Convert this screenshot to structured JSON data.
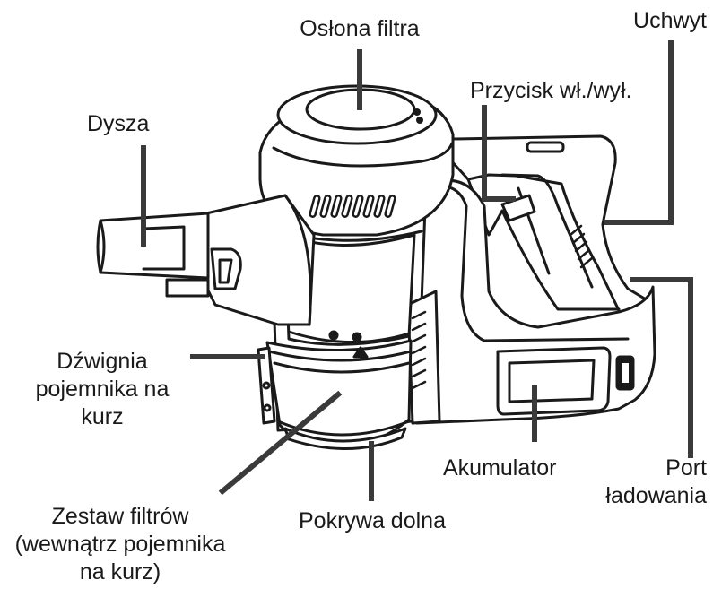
{
  "labels": {
    "filter_cover": "Osłona filtra",
    "handle": "Uchwyt",
    "power_button": "Przycisk wł./wył.",
    "nozzle": "Dysza",
    "dust_bin_lever": [
      "Dźwignia",
      "pojemnika na",
      "kurz"
    ],
    "filter_set": [
      "Zestaw filtrów",
      "(wewnątrz pojemnika",
      "na kurz)"
    ],
    "bottom_cover": "Pokrywa dolna",
    "battery": "Akumulator",
    "charging_port": [
      "Port",
      "ładowania"
    ]
  },
  "colors": {
    "line": "#1a1a1a",
    "leader": "#3a3a3a",
    "body_fill": "#ffffff",
    "shade": "#e6e6e6",
    "dark_shade": "#cfcfcf"
  }
}
